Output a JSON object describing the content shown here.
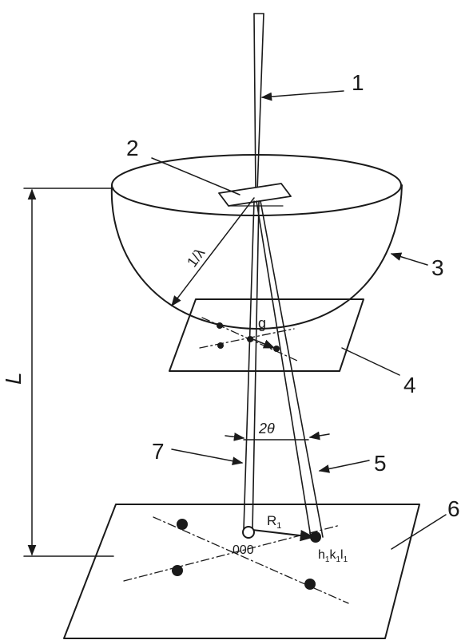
{
  "labels": {
    "n1": "1",
    "n2": "2",
    "n3": "3",
    "n4": "4",
    "n5": "5",
    "n6": "6",
    "n7": "7",
    "L": "L",
    "inv_lambda": "1/λ",
    "g": "g",
    "two_theta": "2θ",
    "R1": "R",
    "R1_sub": "1",
    "origin": "000",
    "hkl_h": "h",
    "hkl_h_sub": "1",
    "hkl_k": "k",
    "hkl_k_sub": "1",
    "hkl_l": "l",
    "hkl_l_sub": "1"
  },
  "colors": {
    "line": "#1a1a1a",
    "background": "#ffffff"
  }
}
